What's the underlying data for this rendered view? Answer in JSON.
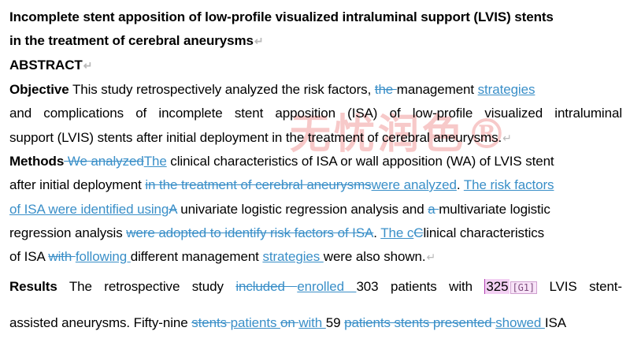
{
  "title": {
    "line1": "Incomplete stent apposition of low-profile visualized intraluminal support (LVIS) stents",
    "line2": "in the treatment of cerebral aneurysms"
  },
  "paragraph_mark": "↵",
  "abstract_heading": "ABSTRACT",
  "objective": {
    "label": "Objective",
    "l1_a": " This study retrospectively analyzed the risk factors, ",
    "l1_del": "the ",
    "l1_b": "management ",
    "l1_ins": "strategies ",
    "l2": "and complications of incomplete stent apposition (ISA) of low-profile visualized intraluminal",
    "l3": "support (LVIS) stents after initial deployment in the treatment of cerebral aneurysms."
  },
  "methods": {
    "label": "Methods",
    "l1_del": " We analyzed",
    "l1_ins": "The",
    "l1_rest": " clinical characteristics of ISA or wall apposition (WA) of LVIS stent",
    "l2_a": "after initial deployment ",
    "l2_del": "in the treatment of cerebral aneurysms",
    "l2_ins1": "were analyzed",
    "l2_b": ". ",
    "l2_ins2": "The risk factors",
    "l3_ins": "of ISA were identified using",
    "l3_del": "A",
    "l3_b": " univariate logistic regression analysis and ",
    "l3_del2": "a ",
    "l3_c": "multivariate logistic",
    "l4_a": "regression analysis ",
    "l4_del": "were adopted to identify risk factors of ISA",
    "l4_b": ". ",
    "l4_ins": "The c",
    "l4_del2": "C",
    "l4_c": "linical characteristics",
    "l5_a": "of ISA ",
    "l5_del": "with ",
    "l5_ins": "following ",
    "l5_b": "different management ",
    "l5_ins2": "strategies ",
    "l5_c": "were also shown."
  },
  "results": {
    "label": "Results",
    "l1_a": " The retrospective study ",
    "l1_del": "included ",
    "l1_ins": "enrolled ",
    "l1_b": "303 patients with ",
    "l1_hl": "325",
    "l1_comment": "[G1]",
    "l1_c": " LVIS stent-",
    "l2_a": "assisted aneurysms. Fifty-nine ",
    "l2_del": "stents ",
    "l2_ins": "patients ",
    "l2_del2": "on ",
    "l2_ins2": "with ",
    "l2_b": "59 ",
    "l2_del3": "patients stents presented ",
    "l2_ins3": "showed ",
    "l2_c": "ISA"
  },
  "watermark": "无忧润色®"
}
